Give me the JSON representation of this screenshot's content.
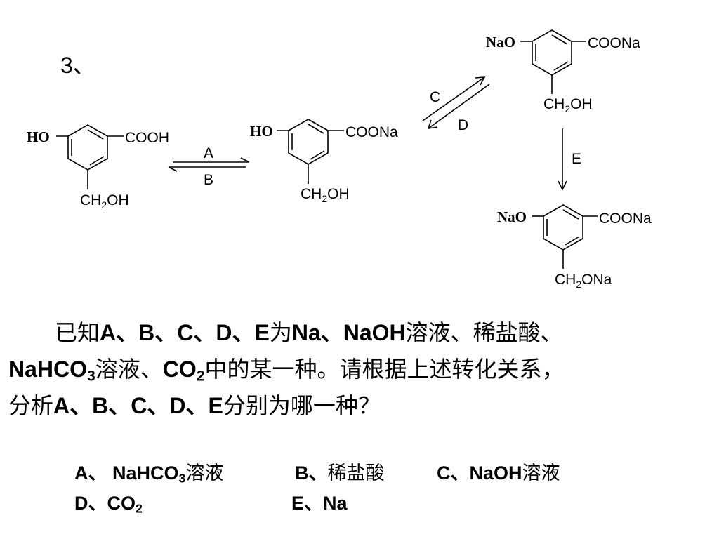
{
  "slide": {
    "number_label": "3、"
  },
  "molecules": [
    {
      "left": "HO",
      "right": "COOH",
      "bottom": "CH",
      "bottom_sub": "2",
      "bottom_tail": "OH"
    },
    {
      "left": "HO",
      "right": "COONa",
      "bottom": "CH",
      "bottom_sub": "2",
      "bottom_tail": "OH"
    },
    {
      "left": "NaO",
      "right": "COONa",
      "bottom": "CH",
      "bottom_sub": "2",
      "bottom_tail": "OH"
    },
    {
      "left": "NaO",
      "right": "COONa",
      "bottom": "CH",
      "bottom_sub": "2",
      "bottom_tail": "ONa"
    }
  ],
  "arrows": {
    "A": "A",
    "B": "B",
    "C": "C",
    "D": "D",
    "E": "E"
  },
  "question": {
    "line1_cn1": "已知",
    "line1_lat1": "A、B、C、D、E",
    "line1_cn2": "为",
    "line1_lat2": "Na、NaOH",
    "line1_cn3": "溶液、稀盐酸、",
    "line2_lat1": "NaHCO",
    "line2_sub1": "3",
    "line2_cn1": "溶液、",
    "line2_lat2": "CO",
    "line2_sub2": "2",
    "line2_cn2": "中的某一种。请根据上述转化关系，",
    "line3_cn1": "分析",
    "line3_lat1": "A、B、C、D、E",
    "line3_cn2": "分别为哪一种？"
  },
  "answers": {
    "a_prefix": "A、 NaHCO",
    "a_sub": "3",
    "a_cn": "溶液",
    "b_prefix": "B、",
    "b_cn": "稀盐酸",
    "c_prefix": "C、NaOH",
    "c_cn": "溶液",
    "d_prefix": "D、CO",
    "d_sub": "2",
    "e_text": "E、Na"
  }
}
